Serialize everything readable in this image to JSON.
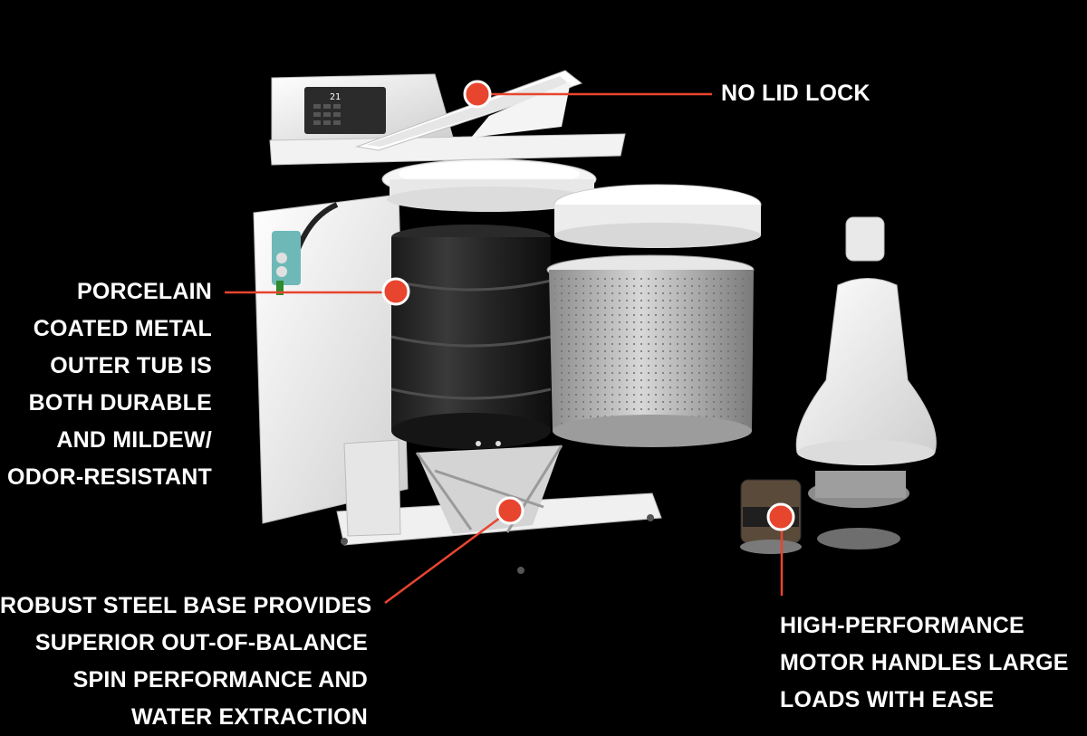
{
  "colors": {
    "background": "#000000",
    "accent": "#e8452f",
    "text": "#ffffff"
  },
  "callouts": {
    "lid_lock": {
      "lines": [
        "NO LID LOCK"
      ]
    },
    "outer_tub": {
      "lines": [
        "PORCELAIN",
        "COATED METAL",
        "OUTER TUB IS",
        "BOTH DURABLE",
        "AND MILDEW/",
        "ODOR-RESISTANT"
      ]
    },
    "steel_base": {
      "lines": [
        "ROBUST STEEL BASE PROVIDES",
        "SUPERIOR OUT-OF-BALANCE",
        "SPIN PERFORMANCE AND",
        "WATER EXTRACTION"
      ]
    },
    "motor": {
      "lines": [
        "HIGH-PERFORMANCE",
        "MOTOR HANDLES LARGE",
        "LOADS WITH EASE"
      ]
    }
  },
  "control_panel": {
    "display": "21"
  }
}
